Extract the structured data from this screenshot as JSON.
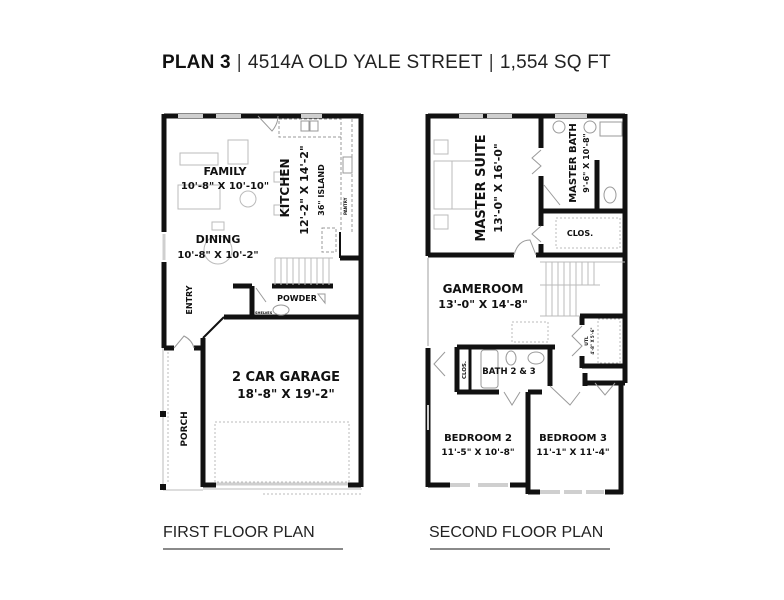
{
  "header": {
    "plan_label": "PLAN 3",
    "separator": "|",
    "address": "4514A OLD YALE STREET",
    "separator2": "|",
    "area": "1,554 SQ FT"
  },
  "first_floor": {
    "caption": "FIRST FLOOR PLAN",
    "rooms": {
      "family": {
        "name": "FAMILY",
        "dims": "10'-8\" X 10'-10\""
      },
      "kitchen": {
        "name": "KITCHEN",
        "dims": "12'-2\" X 14'-2\"",
        "note": "36\" ISLAND"
      },
      "dining": {
        "name": "DINING",
        "dims": "10'-8\" X 10'-2\""
      },
      "entry": {
        "name": "ENTRY"
      },
      "powder": {
        "name": "POWDER"
      },
      "shelves": {
        "name": "SHELVES"
      },
      "pantry": {
        "name": "PANTRY"
      },
      "garage": {
        "name": "2 CAR GARAGE",
        "dims": "18'-8\" X 19'-2\""
      },
      "porch": {
        "name": "PORCH"
      }
    }
  },
  "second_floor": {
    "caption": "SECOND FLOOR PLAN",
    "rooms": {
      "master_suite": {
        "name": "MASTER SUITE",
        "dims": "13'-0\" X 16'-0\""
      },
      "master_bath": {
        "name": "MASTER BATH",
        "dims": "9'-6\" X 10'-8\""
      },
      "closet_master": {
        "name": "CLOS."
      },
      "gameroom": {
        "name": "GAMEROOM",
        "dims": "13'-0\" X 14'-8\""
      },
      "utility": {
        "name": "UTL",
        "dims": "4'-8\" X 5'-6\""
      },
      "closet_bath": {
        "name": "CLOS."
      },
      "bath_2_3": {
        "name": "BATH 2 & 3"
      },
      "bedroom_2": {
        "name": "BEDROOM 2",
        "dims": "11'-5\" X 10'-8\""
      },
      "bedroom_3": {
        "name": "BEDROOM 3",
        "dims": "11'-1\" X 11'-4\""
      }
    }
  },
  "colors": {
    "wall": "#111111",
    "window": "#cfcfcf",
    "fixture": "#9a9a9a",
    "caption_underline": "#8a8a8a"
  }
}
